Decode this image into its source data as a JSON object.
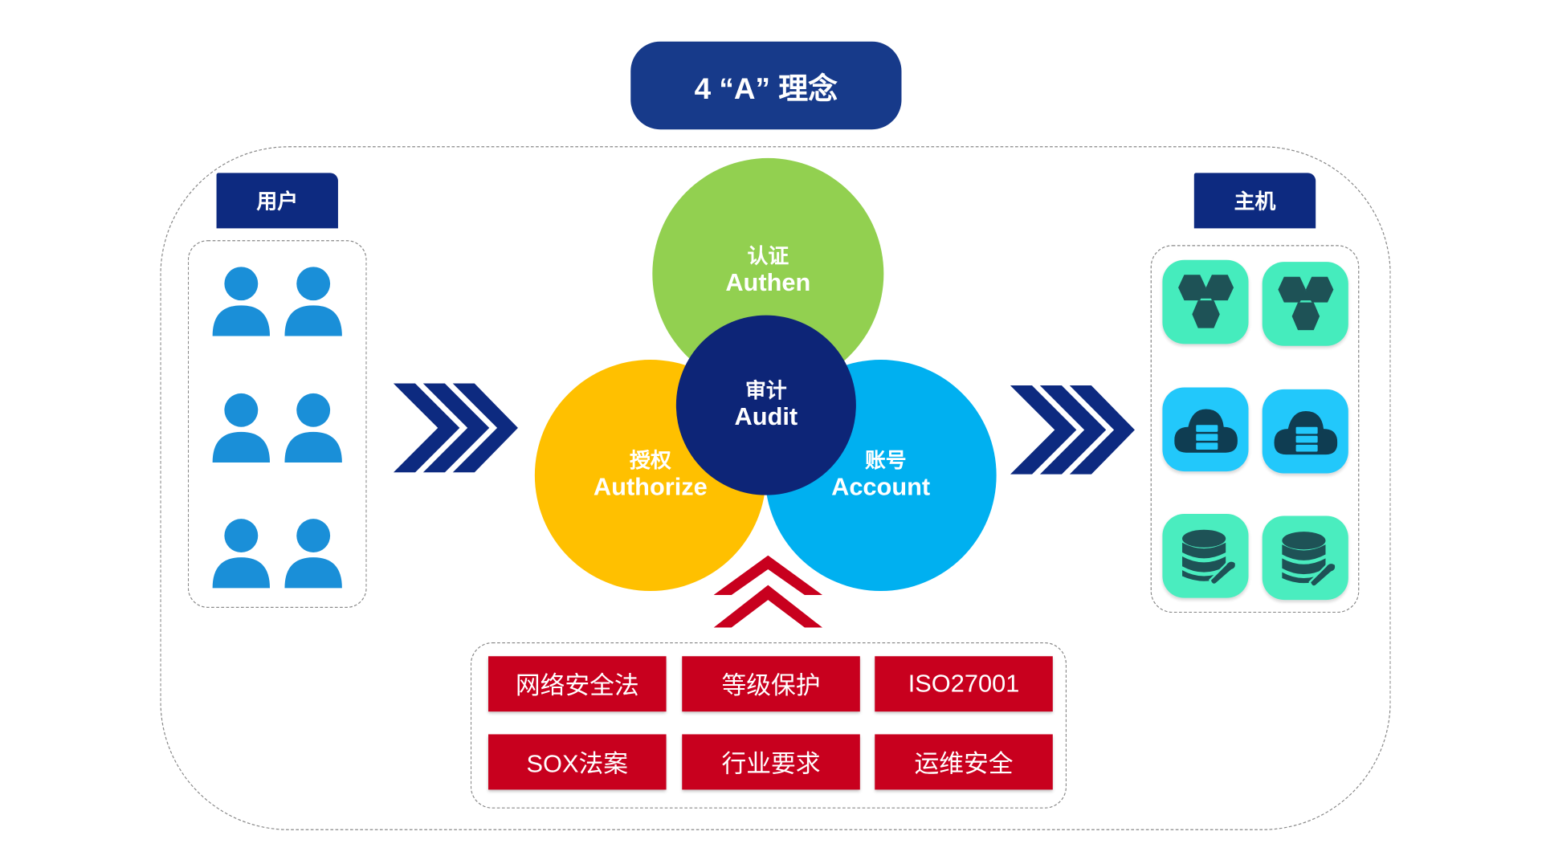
{
  "title": "4 “A” 理念",
  "users_label": "用户",
  "hosts_label": "主机",
  "circles": {
    "authen": {
      "zh": "认证",
      "en": "Authen",
      "color": "#92d050"
    },
    "authorize": {
      "zh": "授权",
      "en": "Authorize",
      "color": "#ffc000"
    },
    "account": {
      "zh": "账号",
      "en": "Account",
      "color": "#00b0f0"
    },
    "audit": {
      "zh": "审计",
      "en": "Audit",
      "color": "#0d2577"
    }
  },
  "compliance": [
    "网络安全法",
    "等级保护",
    "ISO27001",
    "SOX法案",
    "行业要求",
    "运维安全"
  ],
  "colors": {
    "navy": "#0d2a80",
    "red": "#c8001e",
    "user_blue": "#1a8fd8",
    "teal": "#45ecbd",
    "cyan": "#22c8fb"
  }
}
